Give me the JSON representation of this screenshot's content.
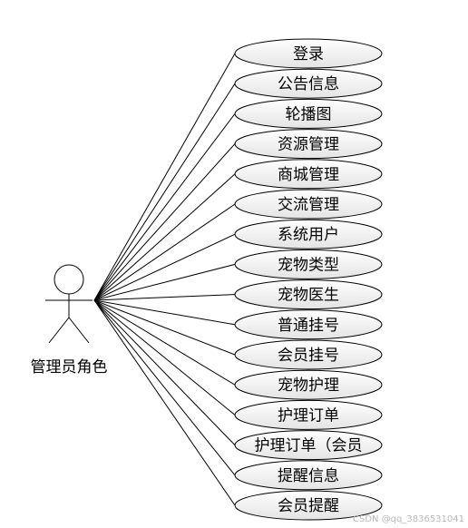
{
  "actor": {
    "label": "管理员角色"
  },
  "use_cases": [
    {
      "label": "登录"
    },
    {
      "label": "公告信息"
    },
    {
      "label": "轮播图"
    },
    {
      "label": "资源管理"
    },
    {
      "label": "商城管理"
    },
    {
      "label": "交流管理"
    },
    {
      "label": "系统用户"
    },
    {
      "label": "宠物类型"
    },
    {
      "label": "宠物医生"
    },
    {
      "label": "普通挂号"
    },
    {
      "label": "会员挂号"
    },
    {
      "label": "宠物护理"
    },
    {
      "label": "护理订单"
    },
    {
      "label": "护理订单（会员"
    },
    {
      "label": "提醒信息"
    },
    {
      "label": "会员提醒"
    }
  ],
  "watermark": "CSDN @qq_3836531041",
  "colors": {
    "stroke": "#000000",
    "fill_top": "#ffffff",
    "fill_bottom": "#e4e4e4"
  }
}
